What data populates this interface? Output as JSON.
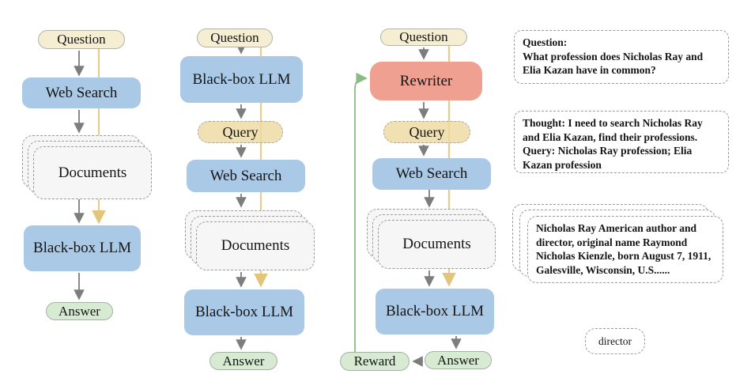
{
  "figure": {
    "description": "Three retrieval-augmented LLM pipelines with example annotations"
  },
  "colors": {
    "cream_fill": "#f6eed2",
    "blue_fill": "#a9c9e6",
    "salmon_fill": "#efa090",
    "green_fill": "#d6ebd1",
    "tan_fill": "#eed9a0",
    "docs_fill": "#f6f6f6",
    "arrow_gray": "#7d7d7d",
    "line_yellow": "#e7cd8a",
    "arrow_yellow": "#e2c57b",
    "line_green": "#8abc82"
  },
  "pipeline1": {
    "question": "Question",
    "web_search": "Web Search",
    "documents": "Documents",
    "llm": "Black-box LLM",
    "answer": "Answer"
  },
  "pipeline2": {
    "question": "Question",
    "llm_top": "Black-box LLM",
    "query": "Query",
    "web_search": "Web Search",
    "documents": "Documents",
    "llm_bottom": "Black-box LLM",
    "answer": "Answer"
  },
  "pipeline3": {
    "question": "Question",
    "rewriter": "Rewriter",
    "query": "Query",
    "web_search": "Web Search",
    "documents": "Documents",
    "llm": "Black-box LLM",
    "answer": "Answer",
    "reward": "Reward"
  },
  "notes": {
    "question": {
      "heading": "Question:",
      "body": "What profession does Nicholas Ray and Elia Kazan have in common?"
    },
    "thought": {
      "body": "Thought: I need to search Nicholas Ray and Elia Kazan, find their professions.\nQuery: Nicholas Ray profession; Elia Kazan profession"
    },
    "document": {
      "body": "Nicholas Ray American author and director, original name Raymond Nicholas Kienzle, born August 7, 1911, Galesville, Wisconsin, U.S......"
    },
    "answer": {
      "body": "director"
    }
  }
}
